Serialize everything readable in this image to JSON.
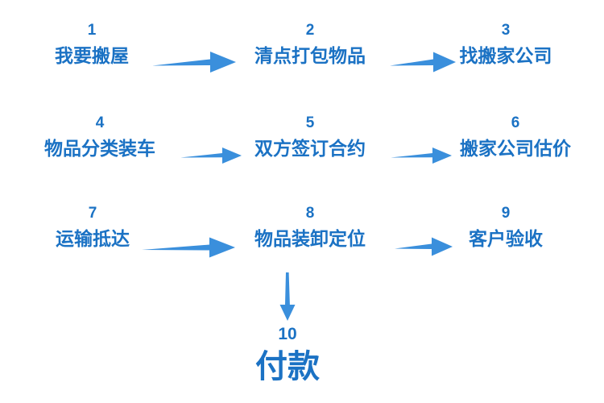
{
  "diagram": {
    "title_text": "",
    "background_color": "#ffffff",
    "accent_color": "#1b72c4",
    "arrow_color": "#3a8fdc",
    "steps": [
      {
        "number": "1",
        "label": "我要搬屋"
      },
      {
        "number": "2",
        "label": "清点打包物品"
      },
      {
        "number": "3",
        "label": "找搬家公司"
      },
      {
        "number": "4",
        "label": "物品分类装车"
      },
      {
        "number": "5",
        "label": "双方签订合约"
      },
      {
        "number": "6",
        "label": "搬家公司估价"
      },
      {
        "number": "7",
        "label": "运输抵达"
      },
      {
        "number": "8",
        "label": "物品装卸定位"
      },
      {
        "number": "9",
        "label": "客户验收"
      },
      {
        "number": "10",
        "label": "付款"
      }
    ],
    "connectors": [
      {
        "name": "arrow-1-to-2",
        "direction": "right"
      },
      {
        "name": "arrow-2-to-3",
        "direction": "right"
      },
      {
        "name": "arrow-4-to-5",
        "direction": "right"
      },
      {
        "name": "arrow-5-to-6",
        "direction": "right"
      },
      {
        "name": "arrow-7-to-8",
        "direction": "right"
      },
      {
        "name": "arrow-8-to-9",
        "direction": "right"
      },
      {
        "name": "arrow-8-to-10",
        "direction": "down"
      }
    ]
  }
}
